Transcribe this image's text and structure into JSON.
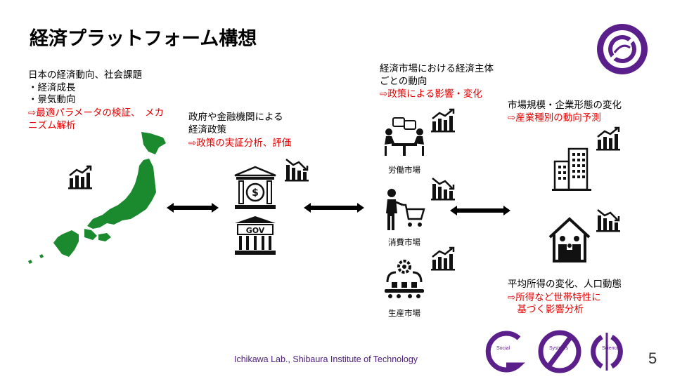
{
  "title": "経済プラットフォーム構想",
  "left_block": {
    "heading": "日本の経済動向、社会課題",
    "bullets": [
      "・経済成長",
      "・景気動向"
    ],
    "note_line1": "⇨最適パラメータの検証、　メカ",
    "note_line2": "ニズム解析"
  },
  "gov_block": {
    "line1": "政府や金融機関による",
    "line2": "経済政策",
    "note": "⇨政策の実証分析、評価"
  },
  "market_block": {
    "line1": "経済市場における経済主体",
    "line2": "ごとの動向",
    "note": "⇨政策による影響・変化"
  },
  "markets": [
    {
      "label": "労働市場"
    },
    {
      "label": "消費市場"
    },
    {
      "label": "生産市場"
    }
  ],
  "gov_icon_text": "GOV",
  "company_block": {
    "heading": "市場規模・企業形態の変化",
    "note": "⇨産業種別の動向予測"
  },
  "household_block": {
    "heading": "平均所得の変化、人口動態",
    "note_line1": "⇨所得など世帯特性に",
    "note_line2": "　基づく影響分析"
  },
  "footer": "Ichikawa Lab., Shibaura Institute of Technology",
  "page_number": "5",
  "logo_words": [
    "Social",
    "Systems",
    "Science"
  ],
  "colors": {
    "accent": "#5b1f8c",
    "red": "#e30000",
    "green": "#1b8a2e"
  }
}
